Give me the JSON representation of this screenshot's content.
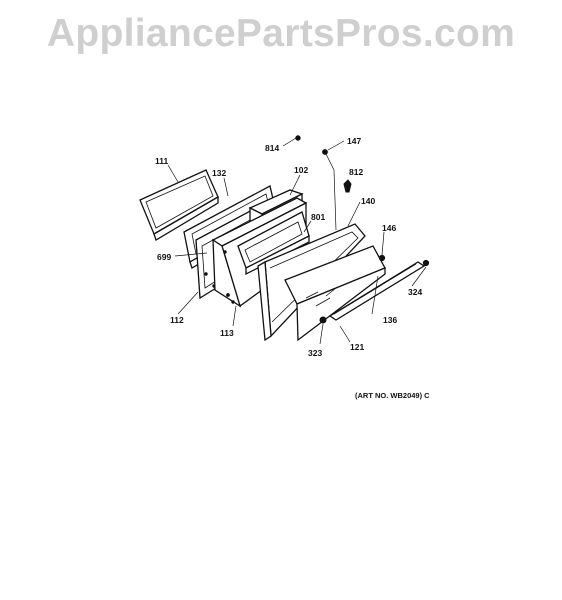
{
  "watermark": "AppliancePartsPros.com",
  "art_number": "(ART NO. WB2049) C",
  "parts": {
    "p111": "111",
    "p132": "132",
    "p102": "102",
    "p814": "814",
    "p147": "147",
    "p812": "812",
    "p140": "140",
    "p801": "801",
    "p699": "699",
    "p146": "146",
    "p112": "112",
    "p113": "113",
    "p324": "324",
    "p136": "136",
    "p323": "323",
    "p121": "121"
  }
}
